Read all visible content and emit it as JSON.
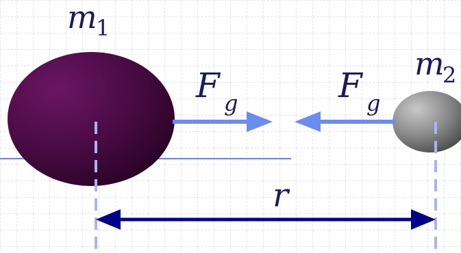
{
  "labels": {
    "m1_main": "m",
    "m1_sub": "1",
    "m2_main": "m",
    "m2_sub": "2",
    "force_left_main": "F",
    "force_left_sub": "g",
    "force_right_main": "F",
    "force_right_sub": "g",
    "distance": "r"
  },
  "colors": {
    "grid": "#c8c8dc",
    "mass1": "#4a0b45",
    "mass2": "#7a7a7a",
    "force_arrow": "#6b8cf0",
    "distance_arrow": "#00008b",
    "center_line": "#a9b4ee",
    "baseline": "#6b7fe8",
    "text": "#1a1a5c"
  },
  "icons": {
    "mass1": "large-purple-sphere",
    "mass2": "small-gray-sphere"
  }
}
